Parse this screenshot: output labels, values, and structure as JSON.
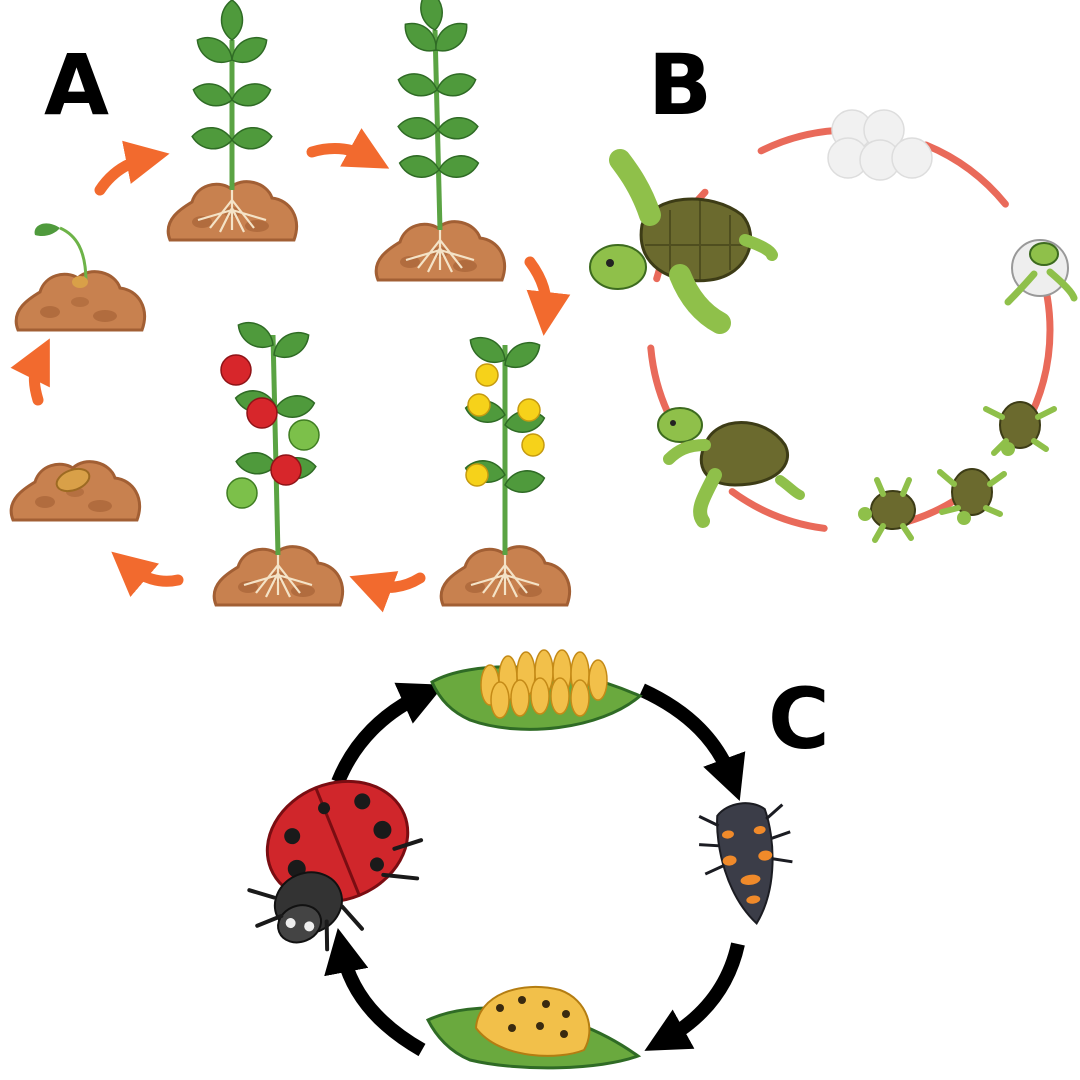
{
  "labels": {
    "a": "A",
    "b": "B",
    "c": "C"
  },
  "colors": {
    "plant_arrow": "#f26a2e",
    "turtle_cycle": "#e96a5a",
    "ladybug_arrow": "#000000",
    "soil": "#c8814f",
    "soil_dark": "#a25f34",
    "leaf": "#4f9a3c",
    "stem": "#5aa343",
    "tomato_red": "#d7262b",
    "tomato_green": "#7cc04a",
    "flower": "#f6d21a",
    "shell": "#6b6a2e",
    "turtle_skin": "#8fc04a",
    "ladybug_red": "#d0262b",
    "ladybug_dark": "#333333",
    "egg": "#f2c04a",
    "larva_orange": "#f08a2a"
  },
  "panels": {
    "a": {
      "stages": [
        {
          "name": "seed-in-soil"
        },
        {
          "name": "seedling"
        },
        {
          "name": "young-plant"
        },
        {
          "name": "tall-plant"
        },
        {
          "name": "flowering-plant"
        },
        {
          "name": "fruiting-plant"
        }
      ]
    },
    "b": {
      "stages": [
        {
          "name": "eggs"
        },
        {
          "name": "hatchling"
        },
        {
          "name": "baby-turtles"
        },
        {
          "name": "juvenile-turtle"
        },
        {
          "name": "adult-turtle"
        }
      ]
    },
    "c": {
      "stages": [
        {
          "name": "eggs-on-leaf"
        },
        {
          "name": "larva"
        },
        {
          "name": "pupa-on-leaf"
        },
        {
          "name": "adult-ladybug"
        }
      ]
    }
  }
}
